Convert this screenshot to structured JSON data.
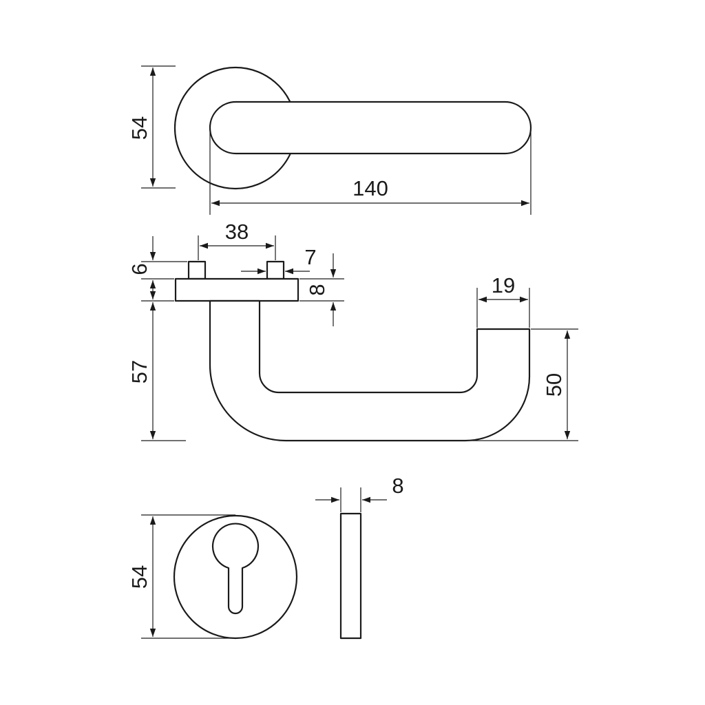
{
  "dimensions": {
    "top_rose_diameter": "54",
    "lever_length": "140",
    "spindle_spacing": "38",
    "pin_width": "7",
    "pin_height": "6",
    "plate_thickness": "8",
    "neck_height": "57",
    "lever_end_width": "19",
    "lever_drop": "50",
    "escutcheon_diameter": "54",
    "escutcheon_thickness": "8"
  },
  "colors": {
    "line": "#1a1a1a",
    "background": "#ffffff"
  }
}
